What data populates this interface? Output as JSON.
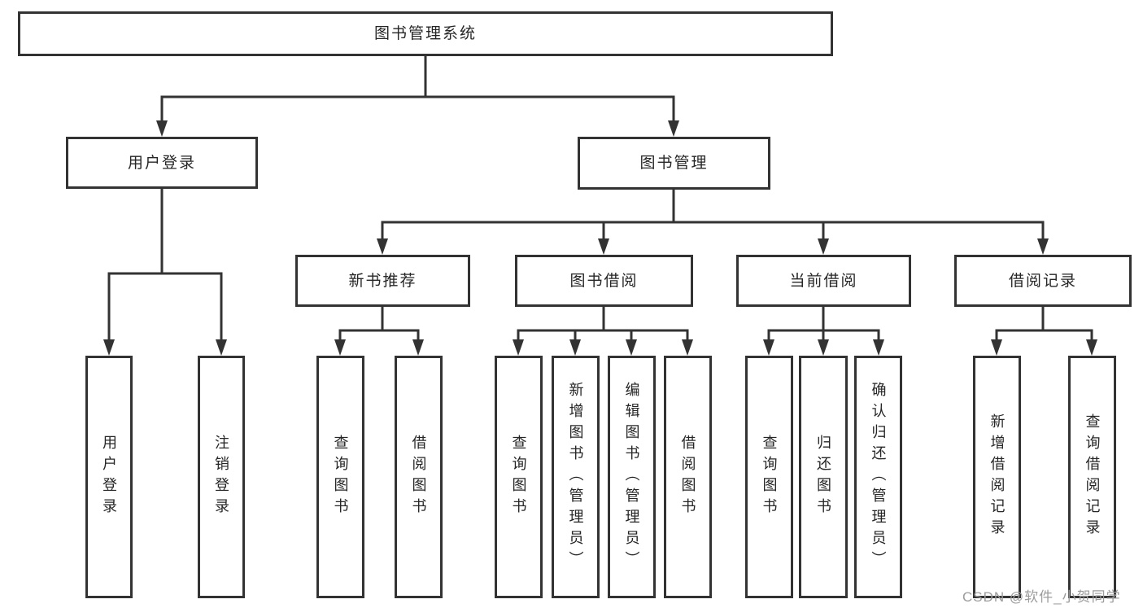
{
  "diagram": {
    "root": {
      "label": "图书管理系统"
    },
    "level2": [
      {
        "label": "用户登录"
      },
      {
        "label": "图书管理"
      }
    ],
    "level3": [
      {
        "label": "新书推荐"
      },
      {
        "label": "图书借阅"
      },
      {
        "label": "当前借阅"
      },
      {
        "label": "借阅记录"
      }
    ],
    "leaves": {
      "user_login": [
        "用户登录",
        "注销登录"
      ],
      "new_book": [
        "查询图书",
        "借阅图书"
      ],
      "book_borrow": [
        "查询图书",
        "新增图书（管理员）",
        "编辑图书（管理员）",
        "借阅图书"
      ],
      "current_borrow": [
        "查询图书",
        "归还图书",
        "确认归还（管理员）"
      ],
      "borrow_record": [
        "新增借阅记录",
        "查询借阅记录"
      ]
    }
  },
  "watermark": {
    "text": "CSDN @软件_小贺同学",
    "color": "#9c9c9c"
  },
  "colors": {
    "line": "#333333",
    "box_border": "#333333",
    "text": "#262626",
    "background": "#ffffff"
  }
}
